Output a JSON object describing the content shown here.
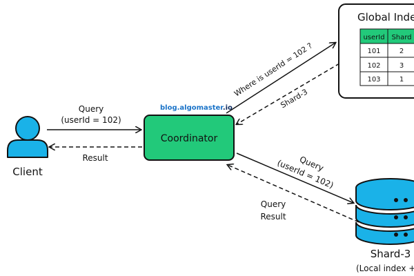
{
  "client": {
    "label": "Client"
  },
  "coordinator": {
    "label": "Coordinator"
  },
  "watermark": {
    "part1": "blog.",
    "part2": "algomaster",
    "part3": ".io"
  },
  "global_index": {
    "title": "Global Inde",
    "headers": [
      "userId",
      "Shard"
    ],
    "rows": [
      [
        "101",
        "2"
      ],
      [
        "102",
        "3"
      ],
      [
        "103",
        "1"
      ]
    ]
  },
  "shard": {
    "label": "Shard-3",
    "sublabel": "(Local index + d"
  },
  "edges": {
    "client_query_line1": "Query",
    "client_query_line2": "(userId = 102)",
    "client_result": "Result",
    "index_question": "Where is userId = 102 ?",
    "index_answer": "Shard-3",
    "shard_query_line1": "Query",
    "shard_query_line2": "(userId = 102)",
    "shard_result_line1": "Query",
    "shard_result_line2": "Result"
  },
  "colors": {
    "client": "#1ab2e8",
    "coordinator": "#22c97a",
    "table_header": "#22c97a",
    "shard": "#1ab2e8",
    "watermark_blue": "#1a73c8",
    "watermark_dark": "#0d2b5e"
  }
}
